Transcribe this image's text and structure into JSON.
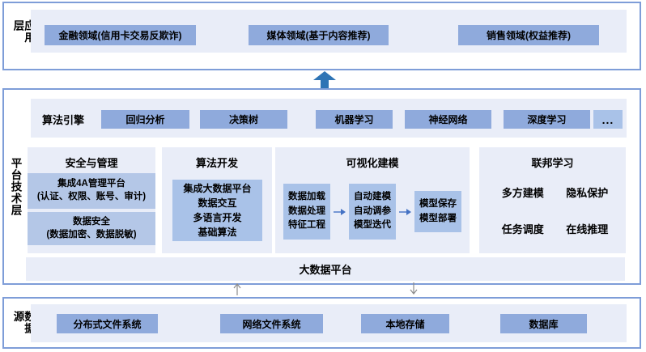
{
  "layers": {
    "application": {
      "label": "应用层",
      "boxes": [
        "金融领域(信用卡交易反欺诈)",
        "媒体领域(基于内容推荐)",
        "销售领域(权益推荐)"
      ]
    },
    "platform": {
      "label": "平台技术层",
      "engine": {
        "title": "算法引擎",
        "items": [
          "回归分析",
          "决策树",
          "机器学习",
          "神经网络",
          "深度学习"
        ],
        "more": "..."
      },
      "security": {
        "title": "安全与管理",
        "box1": {
          "line1": "集成4A管理平台",
          "line2": "(认证、权限、账号、审计)"
        },
        "box2": {
          "line1": "数据安全",
          "line2": "(数据加密、数据脱敏)"
        }
      },
      "dev": {
        "title": "算法开发",
        "lines": [
          "集成大数据平台",
          "数据交互",
          "多语言开发",
          "基础算法"
        ]
      },
      "modeling": {
        "title": "可视化建模",
        "step1": [
          "数据加载",
          "数据处理",
          "特征工程"
        ],
        "step2": [
          "自动建模",
          "自动调参",
          "模型迭代"
        ],
        "step3": [
          "模型保存",
          "模型部署"
        ]
      },
      "federated": {
        "title": "联邦学习",
        "items": [
          "多方建模",
          "隐私保护",
          "任务调度",
          "在线推理"
        ]
      },
      "bigdata": "大数据平台"
    },
    "datasource": {
      "label": "数据源",
      "boxes": [
        "分布式文件系统",
        "网络文件系统",
        "本地存储",
        "数据库"
      ]
    }
  },
  "colors": {
    "layer_border": "#7E9DD8",
    "panel_bg": "#E9EDF8",
    "box_primary": "#8FAADC",
    "box_light": "#B4C7E7",
    "box_medium": "#A9C2E8",
    "big_arrow": "#2E74B5",
    "flow_arrow": "#4472C4",
    "thin_arrow": "#8C8C8C"
  }
}
